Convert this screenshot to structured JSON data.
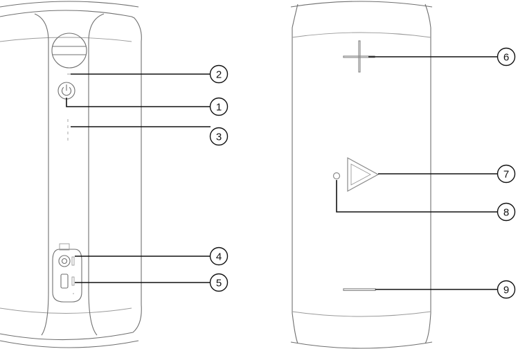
{
  "colors": {
    "body_outline": "#6f6f6f",
    "control_stroke": "#8a8a8a",
    "leader_line": "#111111",
    "background": "#ffffff"
  },
  "callouts": [
    {
      "id": "callout-1",
      "number": "1",
      "points_to": "power-button-icon"
    },
    {
      "id": "callout-2",
      "number": "2",
      "points_to": "power-indicator-light"
    },
    {
      "id": "callout-3",
      "number": "3",
      "points_to": "battery-indicator-lights"
    },
    {
      "id": "callout-4",
      "number": "4",
      "points_to": "aux-input-port"
    },
    {
      "id": "callout-5",
      "number": "5",
      "points_to": "usb-charging-port"
    },
    {
      "id": "callout-6",
      "number": "6",
      "points_to": "volume-up-icon"
    },
    {
      "id": "callout-7",
      "number": "7",
      "points_to": "play-pause-icon"
    },
    {
      "id": "callout-8",
      "number": "8",
      "points_to": "pairing-indicator-light"
    },
    {
      "id": "callout-9",
      "number": "9",
      "points_to": "volume-down-icon"
    }
  ]
}
